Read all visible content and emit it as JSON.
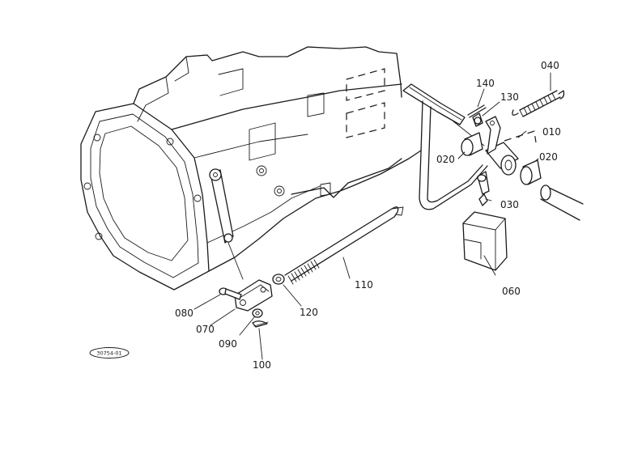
{
  "diagram": {
    "reference_code": "30754-01",
    "parts": [
      {
        "number": "010"
      },
      {
        "number": "020"
      },
      {
        "number": "020"
      },
      {
        "number": "030"
      },
      {
        "number": "040"
      },
      {
        "number": "060"
      },
      {
        "number": "070"
      },
      {
        "number": "080"
      },
      {
        "number": "090"
      },
      {
        "number": "100"
      },
      {
        "number": "110"
      },
      {
        "number": "120"
      },
      {
        "number": "130"
      },
      {
        "number": "140"
      }
    ]
  },
  "colors": {
    "line": "#1a1a1a",
    "background": "#ffffff"
  }
}
